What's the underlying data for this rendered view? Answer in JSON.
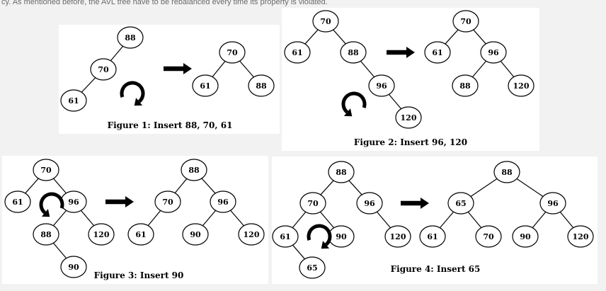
{
  "top_text": "cy. As mentioned before, the AVL tree have to be rebalanced every time its property is violated.",
  "figures": [
    {
      "id": "fig1",
      "caption": "Figure 1: Insert 88, 70, 61",
      "before": {
        "nodes": [
          {
            "id": "a",
            "label": "88"
          },
          {
            "id": "b",
            "label": "70"
          },
          {
            "id": "c",
            "label": "61"
          }
        ],
        "edges": [
          [
            "a",
            "b"
          ],
          [
            "b",
            "c"
          ]
        ]
      },
      "rotation": "clockwise",
      "after": {
        "nodes": [
          {
            "id": "a",
            "label": "70"
          },
          {
            "id": "b",
            "label": "61"
          },
          {
            "id": "c",
            "label": "88"
          }
        ],
        "edges": [
          [
            "a",
            "b"
          ],
          [
            "a",
            "c"
          ]
        ]
      }
    },
    {
      "id": "fig2",
      "caption": "Figure 2: Insert 96, 120",
      "before": {
        "nodes": [
          {
            "id": "a",
            "label": "70"
          },
          {
            "id": "b",
            "label": "61"
          },
          {
            "id": "c",
            "label": "88"
          },
          {
            "id": "d",
            "label": "96"
          },
          {
            "id": "e",
            "label": "120"
          }
        ],
        "edges": [
          [
            "a",
            "b"
          ],
          [
            "a",
            "c"
          ],
          [
            "c",
            "d"
          ],
          [
            "d",
            "e"
          ]
        ]
      },
      "rotation": "counter-clockwise",
      "after": {
        "nodes": [
          {
            "id": "a",
            "label": "70"
          },
          {
            "id": "b",
            "label": "61"
          },
          {
            "id": "c",
            "label": "96"
          },
          {
            "id": "d",
            "label": "88"
          },
          {
            "id": "e",
            "label": "120"
          }
        ],
        "edges": [
          [
            "a",
            "b"
          ],
          [
            "a",
            "c"
          ],
          [
            "c",
            "d"
          ],
          [
            "c",
            "e"
          ]
        ]
      }
    },
    {
      "id": "fig3",
      "caption": "Figure 3: Insert 90",
      "before": {
        "nodes": [
          {
            "id": "a",
            "label": "70"
          },
          {
            "id": "b",
            "label": "61"
          },
          {
            "id": "c",
            "label": "96"
          },
          {
            "id": "d",
            "label": "88"
          },
          {
            "id": "e",
            "label": "120"
          },
          {
            "id": "f",
            "label": "90"
          }
        ],
        "edges": [
          [
            "a",
            "b"
          ],
          [
            "a",
            "c"
          ],
          [
            "c",
            "d"
          ],
          [
            "c",
            "e"
          ],
          [
            "d",
            "f"
          ]
        ]
      },
      "rotation": "counter-clockwise",
      "after": {
        "nodes": [
          {
            "id": "a",
            "label": "88"
          },
          {
            "id": "b",
            "label": "70"
          },
          {
            "id": "c",
            "label": "96"
          },
          {
            "id": "d",
            "label": "61"
          },
          {
            "id": "e",
            "label": "90"
          },
          {
            "id": "f",
            "label": "120"
          }
        ],
        "edges": [
          [
            "a",
            "b"
          ],
          [
            "a",
            "c"
          ],
          [
            "b",
            "d"
          ],
          [
            "c",
            "e"
          ],
          [
            "c",
            "f"
          ]
        ]
      }
    },
    {
      "id": "fig4",
      "caption": "Figure 4: Insert 65",
      "before": {
        "nodes": [
          {
            "id": "a",
            "label": "88"
          },
          {
            "id": "b",
            "label": "70"
          },
          {
            "id": "c",
            "label": "96"
          },
          {
            "id": "d",
            "label": "61"
          },
          {
            "id": "e",
            "label": "90"
          },
          {
            "id": "f",
            "label": "120"
          },
          {
            "id": "g",
            "label": "65"
          }
        ],
        "edges": [
          [
            "a",
            "b"
          ],
          [
            "a",
            "c"
          ],
          [
            "b",
            "d"
          ],
          [
            "b",
            "e"
          ],
          [
            "c",
            "f"
          ],
          [
            "d",
            "g"
          ]
        ]
      },
      "rotation": "clockwise",
      "after": {
        "nodes": [
          {
            "id": "a",
            "label": "88"
          },
          {
            "id": "b",
            "label": "65"
          },
          {
            "id": "c",
            "label": "96"
          },
          {
            "id": "d",
            "label": "61"
          },
          {
            "id": "e",
            "label": "70"
          },
          {
            "id": "f",
            "label": "90"
          },
          {
            "id": "g",
            "label": "120"
          }
        ],
        "edges": [
          [
            "a",
            "b"
          ],
          [
            "a",
            "c"
          ],
          [
            "b",
            "d"
          ],
          [
            "b",
            "e"
          ],
          [
            "c",
            "f"
          ],
          [
            "c",
            "g"
          ]
        ]
      }
    }
  ]
}
